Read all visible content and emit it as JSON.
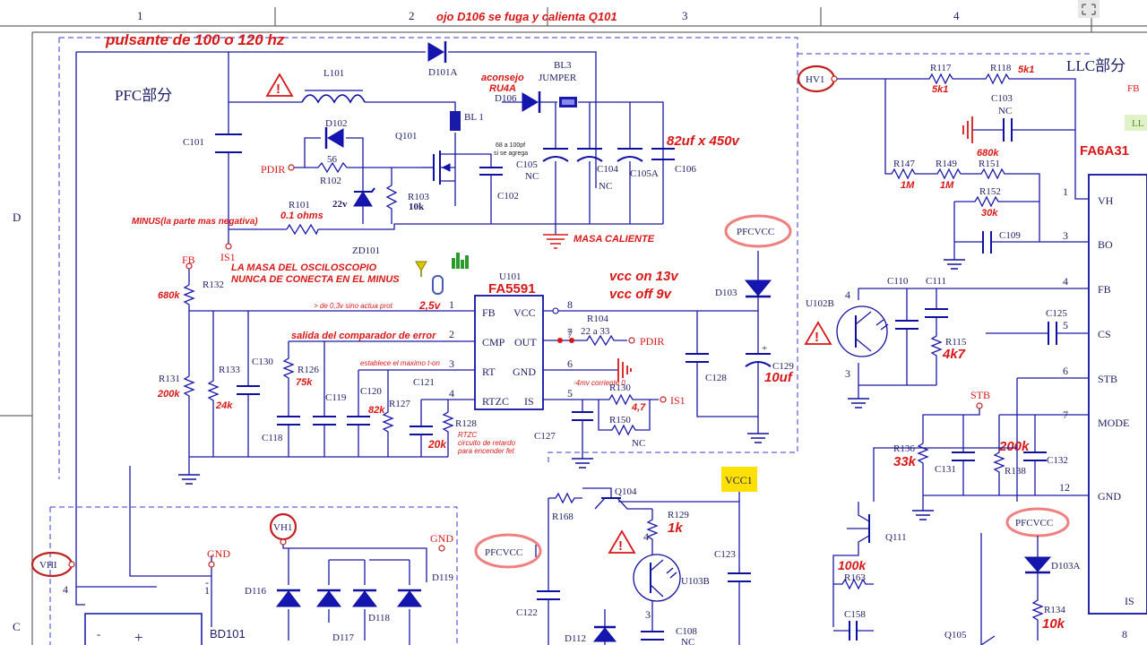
{
  "border": {
    "cols": [
      "1",
      "2",
      "3",
      "4"
    ],
    "rows": [
      "D",
      "C"
    ]
  },
  "annotations": {
    "top_note": "ojo D106 se fuga y calienta Q101",
    "pulse": "pulsante de 100 o 120 hz",
    "consejo": "aconsejo",
    "ru4a": "RU4A",
    "cap_bank": "82uf x 450v",
    "pf_note1": "68 a 100pf",
    "pf_note2": "si se agrega",
    "minus": "MINUS(la parte mas negativa)",
    "masa_caliente": "MASA CALIENTE",
    "osc1": "LA MASA DEL OSCILOSCOPIO",
    "osc2": "NUNCA DE CONECTA EN EL MINUS",
    "vcc_on": "vcc on 13v",
    "vcc_off": "vcc off 9v",
    "fb_note": "> de 0,3v sino actua prot",
    "fb_v": "2,5v",
    "cmp_note": "salida del comparador de error",
    "rt_note": "establece el maximo t-on",
    "is_note": "-4mv corriente 0",
    "rtzc1": "RTZC",
    "rtzc2": "circuito de retardo",
    "rtzc3": "para encender fet",
    "r104_val": "22 a 33",
    "r104_sub": "7",
    "r130_val": "4,7",
    "r128_val": "20k",
    "r126_val": "75k",
    "r120_val": "82k",
    "r132_val": "680k",
    "r131_val": "200k",
    "r133_val": "24k",
    "c129_val": "10uf",
    "r101_val": "0.1 ohms",
    "zd_val": "22v",
    "r102_val": "56",
    "r103_val": "10k",
    "r117_val": "5k1",
    "r118_val": "5k1",
    "r147_val": "1M",
    "r149_val": "1M",
    "r151_val": "680k",
    "r152_val": "30k",
    "r115_val": "4k7",
    "r136_val": "33k",
    "r138_val": "200k",
    "r163_val": "100k",
    "r129_val": "1k",
    "r134_val": "10k"
  },
  "sections": {
    "pfc": "PFC部分",
    "llc": "LLC部分"
  },
  "components": {
    "d101a": "D101A",
    "l101": "L101",
    "d102": "D102",
    "q101": "Q101",
    "bl1": "BL 1",
    "bl3": "BL3",
    "jumper": "JUMPER",
    "d106": "D106",
    "c101": "C101",
    "pdir": "PDIR",
    "r102": "R102",
    "r101": "R101",
    "is1": "IS1",
    "zd101": "ZD101",
    "r103": "R103",
    "c105": "C105",
    "nc": "NC",
    "c104": "C104",
    "c105a": "C105A",
    "c106": "C106",
    "c102": "C102",
    "fb": "FB",
    "r132": "R132",
    "r131": "R131",
    "r133": "R133",
    "c130": "C130",
    "c118": "C118",
    "r126": "R126",
    "c119": "C119",
    "c120": "C120",
    "r127": "R127",
    "c121": "C121",
    "r128": "R128",
    "u101": "U101",
    "fa5591": "FA5591",
    "r104": "R104",
    "r130": "R130",
    "r150": "R150",
    "c127": "C127",
    "c128": "C128",
    "c129": "C129",
    "d103": "D103",
    "pfcvcc": "PFCVCC",
    "hv1": "HV1",
    "r117": "R117",
    "r118": "R118",
    "c103": "C103",
    "r147": "R147",
    "r149": "R149",
    "r151": "R151",
    "r152": "R152",
    "c109": "C109",
    "fb_right": "FB",
    "fa6a31": "FA6A31",
    "u102b": "U102B",
    "c110": "C110",
    "c111": "C111",
    "r115": "R115",
    "c125": "C125",
    "stb": "STB",
    "r136": "R136",
    "c131": "C131",
    "r138": "R138",
    "c132": "C132",
    "q111": "Q111",
    "r163": "R163",
    "c158": "C158",
    "q105": "Q105",
    "d103a": "D103A",
    "r134": "R134",
    "vcc1": "VCC1",
    "q104": "Q104",
    "r168": "R168",
    "r129": "R129",
    "u103b": "U103B",
    "c123": "C123",
    "c122": "C122",
    "d112": "D112",
    "c108": "C108",
    "vh1": "VH1",
    "gnd": "GND",
    "bd101": "BD101",
    "d116": "D116",
    "d117": "D117",
    "d118": "D118",
    "d119": "D119",
    "vhi": "VHI",
    "ll": "LL"
  },
  "u101_pins": {
    "left": [
      "FB",
      "CMP",
      "RT",
      "RTZC"
    ],
    "right": [
      "VCC",
      "OUT",
      "GND",
      "IS"
    ],
    "left_nums": [
      "1",
      "2",
      "3",
      "4"
    ],
    "right_nums": [
      "8",
      "7",
      "6",
      "5"
    ]
  },
  "fa6a31_pins": {
    "names": [
      "VH",
      "BO",
      "FB",
      "CS",
      "STB",
      "MODE",
      "GND",
      "IS"
    ],
    "nums": [
      "1",
      "3",
      "4",
      "5",
      "6",
      "7",
      "12",
      "8"
    ]
  },
  "misc_pins": {
    "p4": "4",
    "p1": "1",
    "p3": "3",
    "pminus": "-",
    "pplus": "+",
    "pplus2": "+"
  },
  "icons": [
    "warning-icon",
    "pushpin-icon",
    "chart-icon",
    "clip-icon",
    "expand-icon"
  ]
}
